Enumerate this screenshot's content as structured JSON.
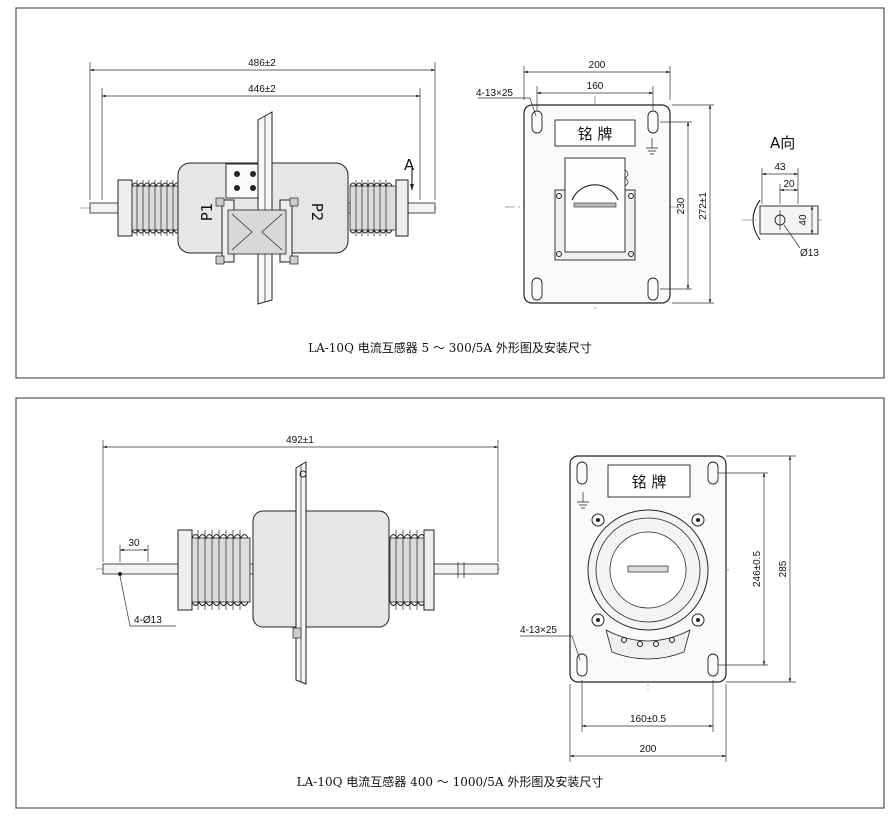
{
  "panel1": {
    "caption": "LA-10Q 电流互感器 5 ～ 300/5A 外形图及安装尺寸",
    "side_view": {
      "dim_overall": "486±2",
      "dim_inner": "446±2",
      "label_p1": "P1",
      "label_p2": "P2",
      "view_arrow_label": "A"
    },
    "front_view": {
      "dim_width": "200",
      "dim_hole_spacing": "160",
      "dim_slot": "4-13×25",
      "dim_height_inner": "230",
      "dim_height_outer": "272±1",
      "nameplate": "铭   牌"
    },
    "a_view": {
      "title": "A向",
      "dim_43": "43",
      "dim_20": "20",
      "dim_40": "40",
      "dim_hole": "Ø13"
    }
  },
  "panel2": {
    "caption": "LA-10Q 电流互感器 400 ～ 1000/5A 外形图及安装尺寸",
    "side_view": {
      "dim_overall": "492±1",
      "dim_30": "30",
      "dim_holes": "4-Ø13"
    },
    "front_view": {
      "nameplate": "铭   牌",
      "dim_slot": "4-13×25",
      "dim_height_inner": "246±0.5",
      "dim_height_outer": "285",
      "dim_hole_spacing": "160±0.5",
      "dim_width": "200"
    }
  }
}
